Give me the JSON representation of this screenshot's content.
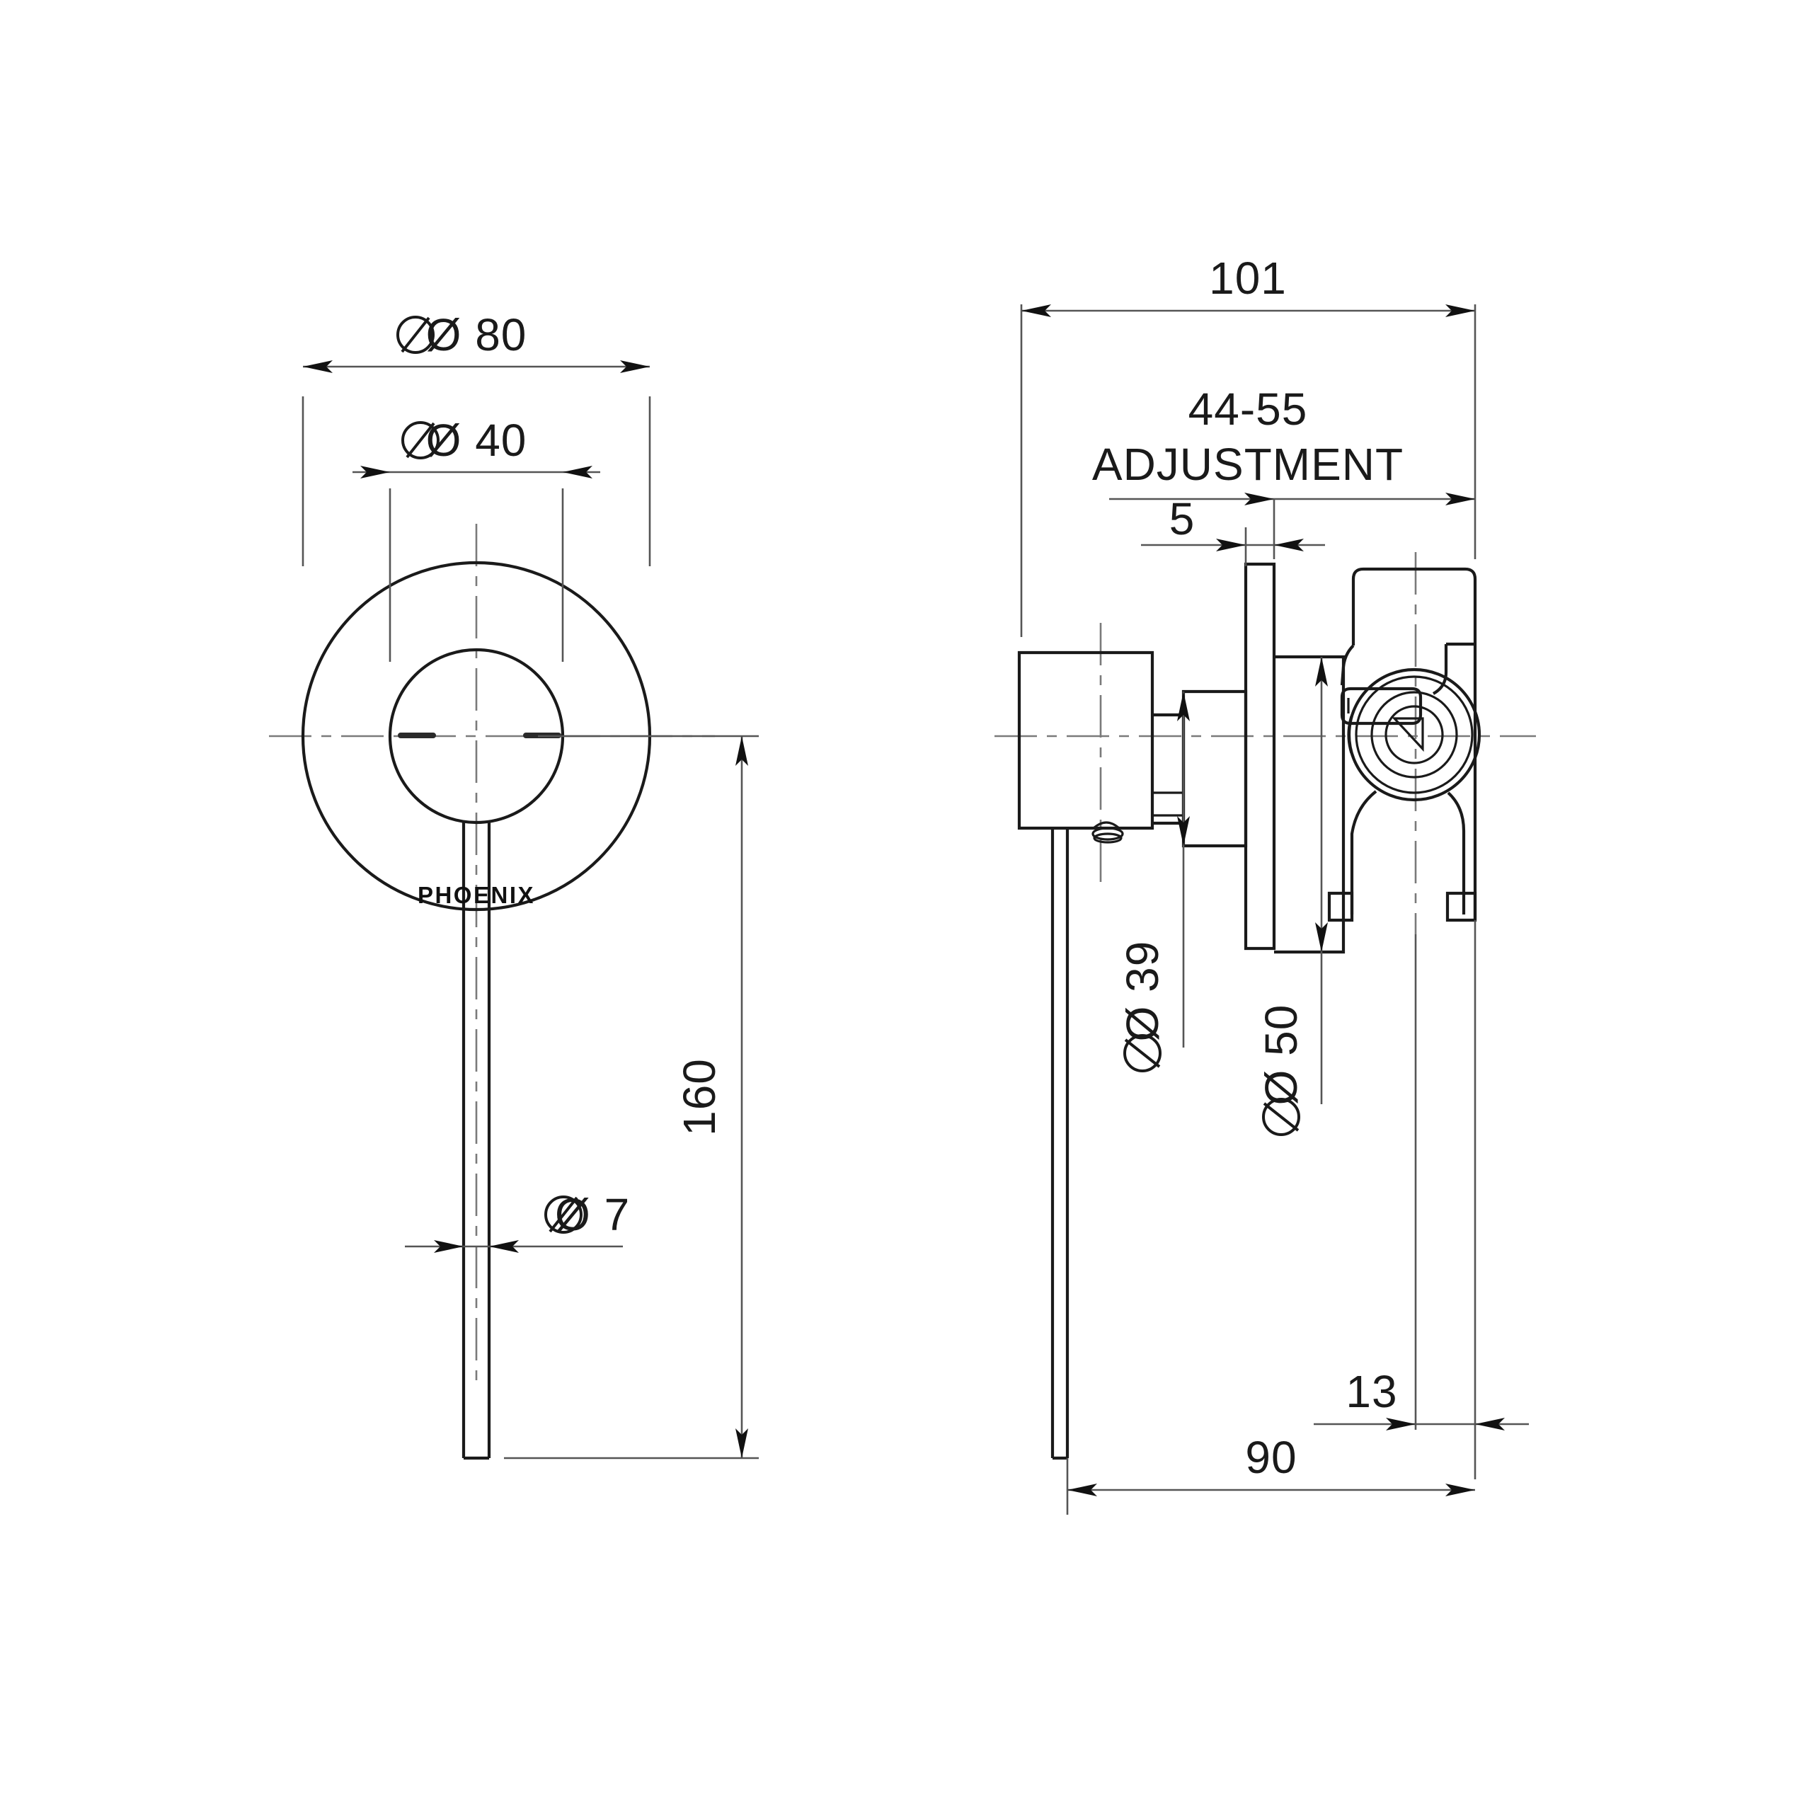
{
  "document": {
    "type": "engineering-drawing",
    "subject": "Wall mixer shower valve with round plate and lever handle",
    "brand_mark": "PHOENIX",
    "units": "mm",
    "background_color": "#ffffff",
    "line_color": "#1a1a1a",
    "dimension_color": "#555555"
  },
  "views": [
    {
      "id": "front-view",
      "name": "front-elevation",
      "position": "left"
    },
    {
      "id": "side-view",
      "name": "side-section",
      "position": "right"
    }
  ],
  "dimensions": {
    "front": {
      "plate_diameter": "Ø 80",
      "hub_diameter": "Ø 40",
      "lever_diameter": "Ø 7",
      "overall_height": "160"
    },
    "side": {
      "overall_depth": "101",
      "adjustment_value": "44-55",
      "adjustment_label": "ADJUSTMENT",
      "plate_thickness": "5",
      "hub_diameter": "Ø 39",
      "plate_diameter": "Ø 50",
      "valve_projection": "13",
      "lever_depth": "90"
    }
  },
  "chart_data": {
    "type": "table",
    "title": "Dimension callouts (mm)",
    "categories": [
      "Ø 80",
      "Ø 40",
      "Ø 7",
      "160",
      "101",
      "44-55",
      "5",
      "Ø 39",
      "Ø 50",
      "13",
      "90"
    ],
    "values": [
      80,
      40,
      7,
      160,
      101,
      55,
      5,
      39,
      50,
      13,
      90
    ],
    "annotations": [
      "ADJUSTMENT",
      "PHOENIX"
    ]
  }
}
